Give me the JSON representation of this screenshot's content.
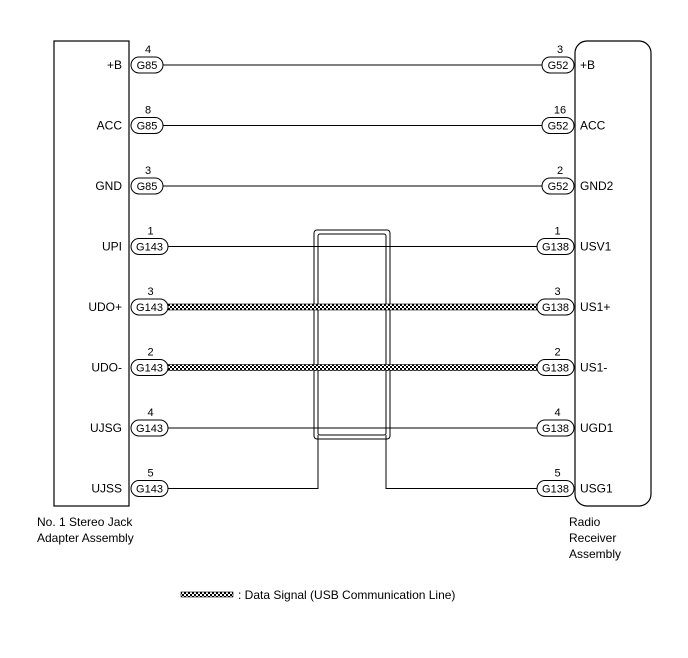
{
  "left_component": {
    "name_lines": [
      "No. 1 Stereo Jack",
      "Adapter Assembly"
    ]
  },
  "right_component": {
    "name_lines": [
      "Radio",
      "Receiver",
      "Assembly"
    ]
  },
  "wires": [
    {
      "left_terminal": "+B",
      "left_pin": "4",
      "left_connector": "G85",
      "right_pin": "3",
      "right_connector": "G52",
      "right_terminal": "+B",
      "type": "normal"
    },
    {
      "left_terminal": "ACC",
      "left_pin": "8",
      "left_connector": "G85",
      "right_pin": "16",
      "right_connector": "G52",
      "right_terminal": "ACC",
      "type": "normal"
    },
    {
      "left_terminal": "GND",
      "left_pin": "3",
      "left_connector": "G85",
      "right_pin": "2",
      "right_connector": "G52",
      "right_terminal": "GND2",
      "type": "normal"
    },
    {
      "left_terminal": "UPI",
      "left_pin": "1",
      "left_connector": "G143",
      "right_pin": "1",
      "right_connector": "G138",
      "right_terminal": "USV1",
      "type": "normal"
    },
    {
      "left_terminal": "UDO+",
      "left_pin": "3",
      "left_connector": "G143",
      "right_pin": "3",
      "right_connector": "G138",
      "right_terminal": "US1+",
      "type": "data"
    },
    {
      "left_terminal": "UDO-",
      "left_pin": "2",
      "left_connector": "G143",
      "right_pin": "2",
      "right_connector": "G138",
      "right_terminal": "US1-",
      "type": "data"
    },
    {
      "left_terminal": "UJSG",
      "left_pin": "4",
      "left_connector": "G143",
      "right_pin": "4",
      "right_connector": "G138",
      "right_terminal": "UGD1",
      "type": "normal"
    },
    {
      "left_terminal": "UJSS",
      "left_pin": "5",
      "left_connector": "G143",
      "right_pin": "5",
      "right_connector": "G138",
      "right_terminal": "USG1",
      "type": "shield-drain"
    }
  ],
  "legend": {
    "text": ": Data Signal (USB Communication Line)"
  }
}
